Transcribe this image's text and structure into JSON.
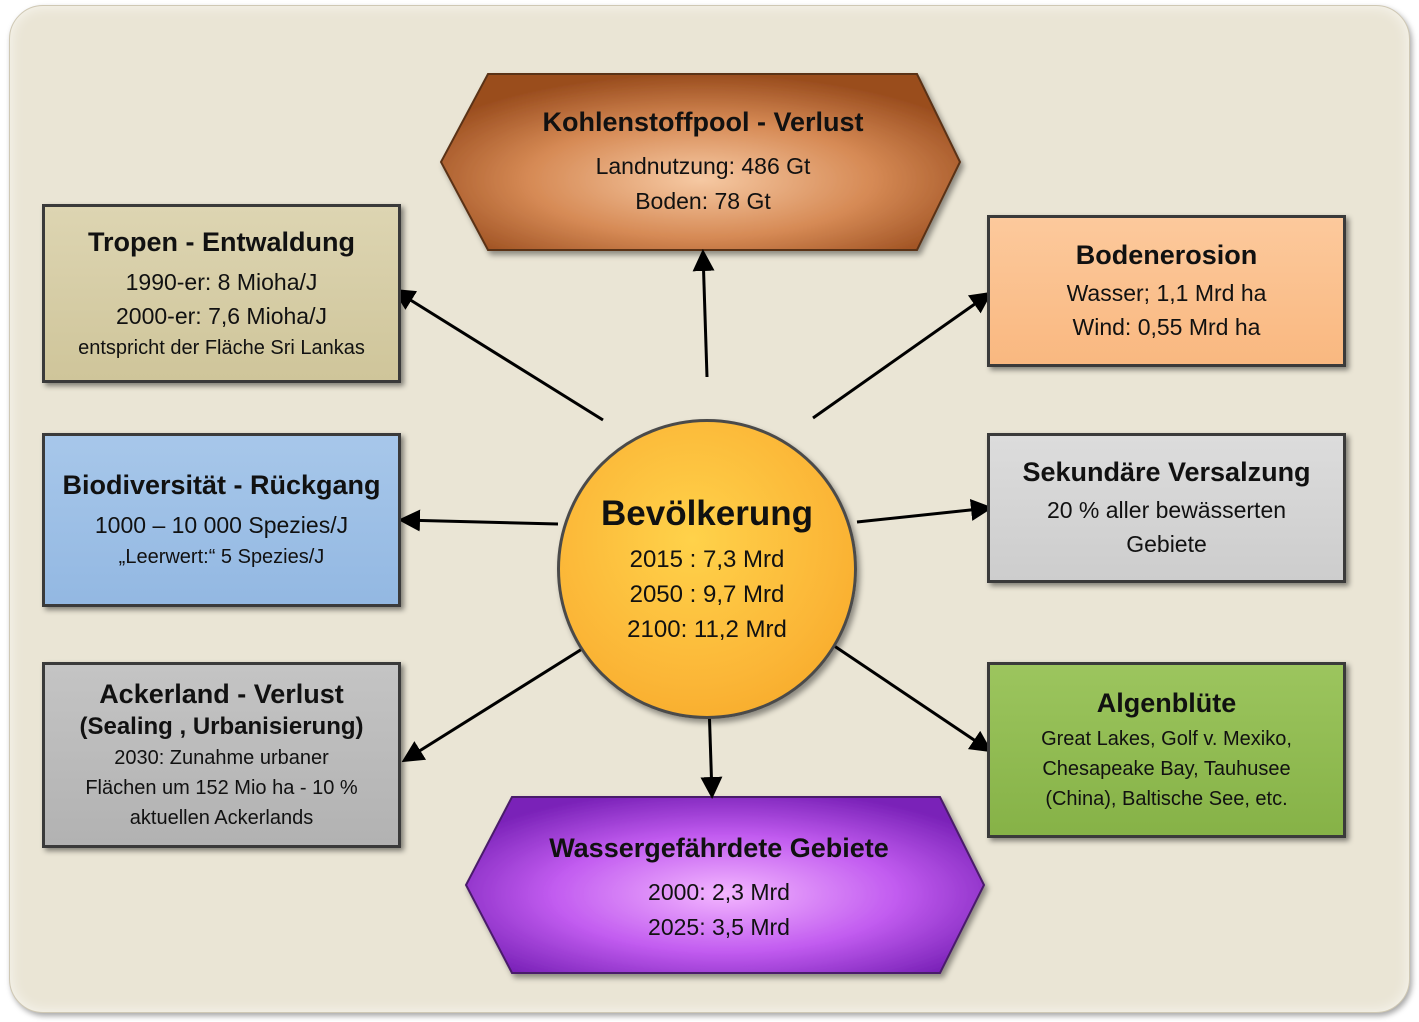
{
  "center": {
    "title": "Bevölkerung",
    "lines": [
      "2015 :  7,3 Mrd",
      "2050 :  9,7 Mrd",
      "2100: 11,2 Mrd"
    ]
  },
  "top": {
    "title": "Kohlenstoffpool - Verlust",
    "lines": [
      "Landnutzung: 486 Gt",
      "Boden: 78 Gt"
    ]
  },
  "bottom": {
    "title": "Wassergefährdete Gebiete",
    "lines": [
      "2000: 2,3 Mrd",
      "2025: 3,5 Mrd"
    ]
  },
  "tropen": {
    "title": "Tropen - Entwaldung",
    "lines": [
      "1990-er:  8 Mioha/J",
      "2000-er:  7,6 Mioha/J"
    ],
    "small": "entspricht der Fläche Sri Lankas"
  },
  "biodiv": {
    "title": "Biodiversität - Rückgang",
    "line": "1000 – 10 000 Spezies/J",
    "small": "„Leerwert:“  5 Spezies/J"
  },
  "acker": {
    "title": "Ackerland  - Verlust",
    "sub": "(Sealing , Urbanisierung)",
    "small": [
      "2030: Zunahme urbaner",
      "Flächen um 152 Mio ha  - 10 %",
      "aktuellen Ackerlands"
    ]
  },
  "erosion": {
    "title": "Bodenerosion",
    "lines": [
      "Wasser; 1,1 Mrd ha",
      "Wind: 0,55 Mrd ha"
    ]
  },
  "versalzung": {
    "title": "Sekundäre Versalzung",
    "lines": [
      "20 % aller bewässerten",
      "Gebiete"
    ]
  },
  "algen": {
    "title": "Algenblüte",
    "small": [
      "Great Lakes, Golf v. Mexiko,",
      "Chesapeake Bay, Tauhusee",
      "(China), Baltische See, etc."
    ]
  },
  "colors": {
    "background": "#eae5d5",
    "center": "#fbb637",
    "top_hex": "#b8642c",
    "bottom_hex": "#a640e0",
    "tropen": "#d8cfa8",
    "biodiv": "#9dc0e6",
    "acker": "#bdbdbd",
    "erosion": "#fbc18f",
    "versalzung": "#d6d6d6",
    "algen": "#93bd55"
  }
}
